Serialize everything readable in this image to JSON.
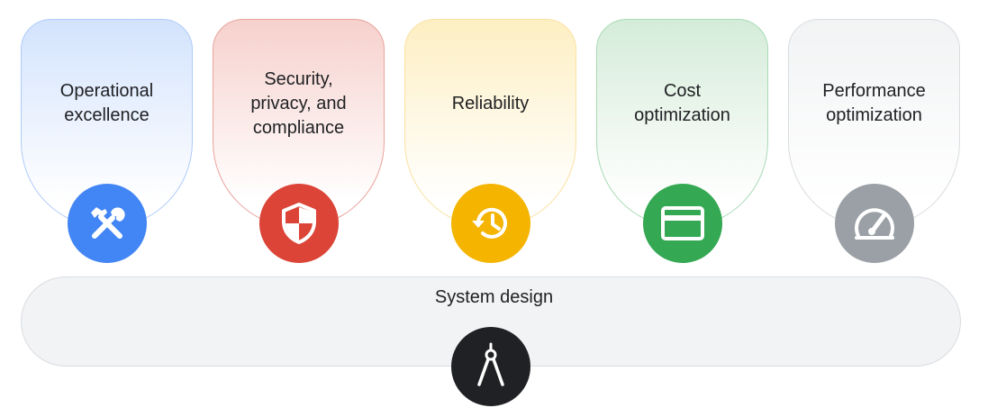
{
  "pillars": [
    {
      "label": "Operational\nexcellence",
      "icon": "tools-icon",
      "color": "#4285f4"
    },
    {
      "label": "Security,\nprivacy, and\ncompliance",
      "icon": "shield-icon",
      "color": "#db4437"
    },
    {
      "label": "Reliability",
      "icon": "history-icon",
      "color": "#f4b400"
    },
    {
      "label": "Cost\noptimization",
      "icon": "credit-card-icon",
      "color": "#34a853"
    },
    {
      "label": "Performance\noptimization",
      "icon": "speedometer-icon",
      "color": "#9aa0a6"
    }
  ],
  "foundation": {
    "label": "System design",
    "icon": "compass-icon",
    "color": "#202124"
  }
}
